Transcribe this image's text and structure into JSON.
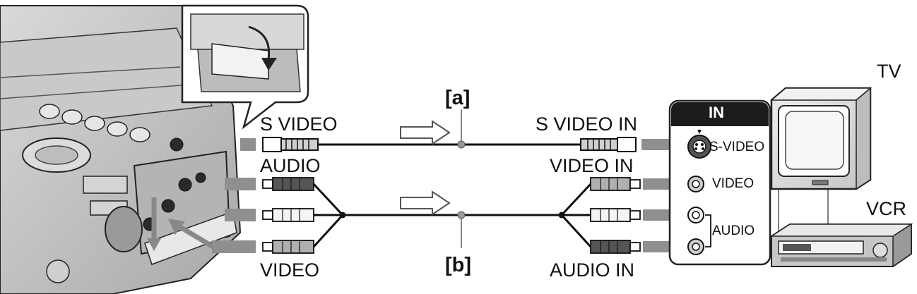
{
  "labels": {
    "camera_s_video": "S VIDEO",
    "camera_audio": "AUDIO",
    "camera_video": "VIDEO",
    "cable_a": "[a]",
    "cable_b": "[b]",
    "tv_s_video_in": "S VIDEO IN",
    "tv_video_in": "VIDEO IN",
    "tv_audio_in": "AUDIO IN",
    "panel_title": "IN",
    "jack_s_video": "S-VIDEO",
    "jack_video": "VIDEO",
    "jack_audio": "AUDIO",
    "device_tv": "TV",
    "device_vcr": "VCR"
  }
}
